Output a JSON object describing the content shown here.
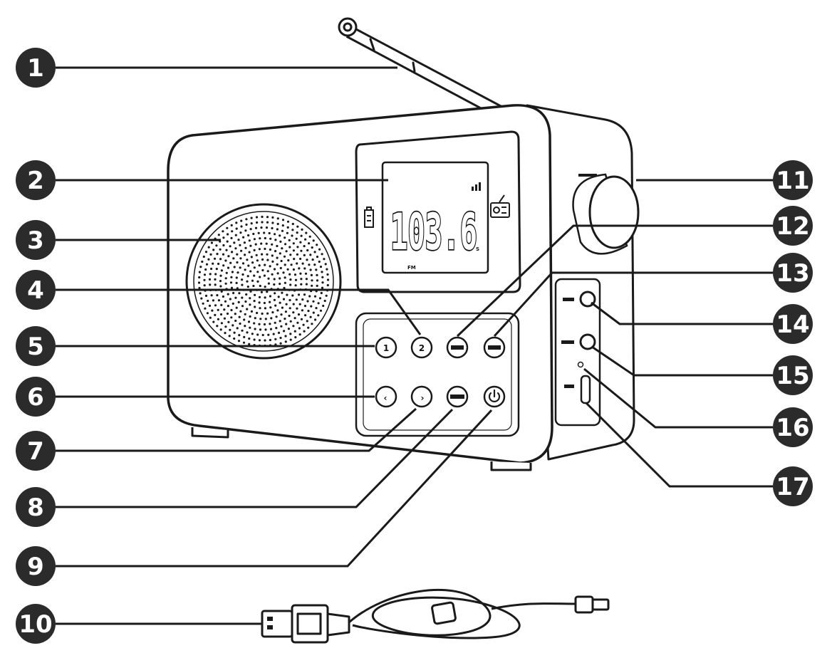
{
  "callouts": [
    "1",
    "2",
    "3",
    "4",
    "5",
    "6",
    "7",
    "8",
    "9",
    "10",
    "11",
    "12",
    "13",
    "14",
    "15",
    "16",
    "17"
  ],
  "display": {
    "frequency": "103.6",
    "band": "FM",
    "battery_icon": "battery-icon",
    "signal_icon": "signal-bars-icon",
    "alarm_icon": "radio-alarm-icon",
    "stereo_mark": "S"
  },
  "buttons": {
    "preset_1": "1",
    "preset_2": "2",
    "prev": "‹",
    "next": "›",
    "power_icon": "power-icon"
  },
  "knob": {
    "icon": "tuning-knob-icon"
  },
  "ports": {
    "cable_icon": "usb-cable-icon"
  },
  "colors": {
    "line": "#1a1a1a",
    "badge": "#2b2b2b",
    "body": "#ffffff"
  }
}
